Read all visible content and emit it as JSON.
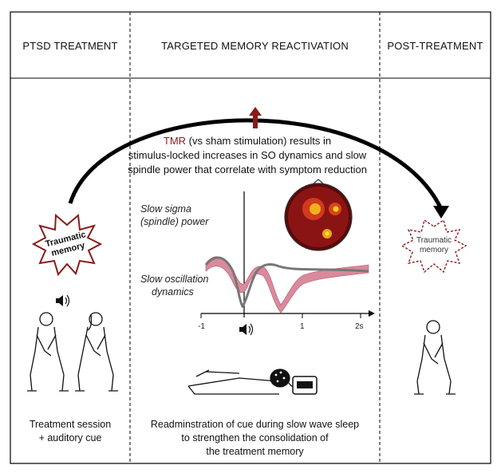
{
  "headers": {
    "left": "PTSD TREATMENT",
    "middle": "TARGETED MEMORY REACTIVATION",
    "right": "POST-TREATMENT"
  },
  "tmr_result": {
    "highlight": "TMR",
    "line1_rest": " (vs sham stimulation) results in",
    "line2": "stimulus-locked increases in SO dynamics and slow",
    "line3": "spindle power that correlate with symptom reduction"
  },
  "plot": {
    "sigma_label_1": "Slow sigma",
    "sigma_label_2": "(spindle) power",
    "so_label_1": "Slow oscillation",
    "so_label_2": "dynamics",
    "x_ticks": [
      "-1",
      "1",
      "2s"
    ]
  },
  "badges": {
    "left_1": "Traumatic",
    "left_2": "memory",
    "right_1": "Traumatic",
    "right_2": "memory"
  },
  "captions": {
    "left_1": "Treatment session",
    "left_2": "+ auditory cue",
    "middle_1": "Readminstration of cue during slow wave sleep",
    "middle_2": "to strengthen the consolidation of",
    "middle_3": "the treatment memory"
  },
  "colors": {
    "accent_red": "#8b1a1a",
    "tmr_band": "#d98a9c",
    "sham_line": "#777777"
  }
}
